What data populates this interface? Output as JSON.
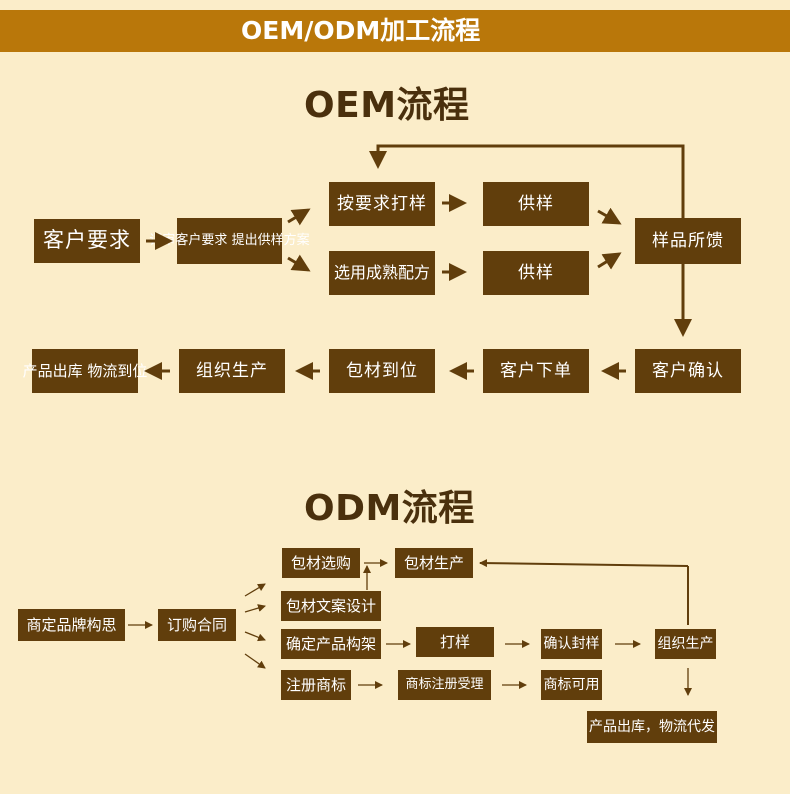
{
  "header": {
    "title": "OEM/ODM加工流程"
  },
  "oem": {
    "title": "OEM流程",
    "nodes": {
      "customer_request": "客户要求",
      "review_line1": "评审客户要求",
      "review_line2": "提出供样方案",
      "sample_by_request": "按要求打样",
      "supply_sample_1": "供样",
      "select_formula": "选用成熟配方",
      "supply_sample_2": "供样",
      "sample_feedback": "样品所馈",
      "customer_confirm": "客户确认",
      "customer_order": "客户下单",
      "packaging_ready": "包材到位",
      "organize_production": "组织生产",
      "shipping_line1": "产品出库",
      "shipping_line2": "物流到位"
    }
  },
  "odm": {
    "title": "ODM流程",
    "nodes": {
      "brand_concept": "商定品牌构思",
      "sign_contract": "订购合同",
      "packaging_select": "包材选购",
      "packaging_produce": "包材生产",
      "packaging_design": "包材文案设计",
      "product_structure": "确定产品构架",
      "sampling": "打样",
      "confirm_seal": "确认封样",
      "organize_production": "组织生产",
      "trademark_register": "注册商标",
      "trademark_accepted": "商标注册受理",
      "trademark_usable": "商标可用",
      "shipping": "产品出库，物流代发"
    }
  }
}
